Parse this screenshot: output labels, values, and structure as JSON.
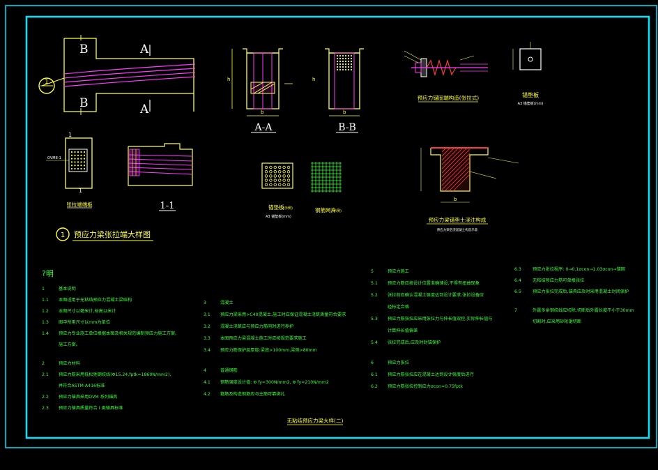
{
  "colors": {
    "background": "#000000",
    "frame": "#00e5ff",
    "detail": "#ffff3c",
    "cable": "#ff3cff",
    "note": "#3cff3c",
    "white": "#ffffff",
    "red": "#ff3c3c"
  },
  "labels": {
    "sec_A_top": "A",
    "sec_A_bottom": "A",
    "sec_B_top": "B",
    "sec_B_bottom": "B",
    "circle_num": "1",
    "aa_title": "A-A",
    "bb_title": "B-B",
    "one_one_title": "1-1",
    "dim_b": "b",
    "dim_b2": "b",
    "dim_b3": "b",
    "dim_h": "h",
    "dim_h2": "h",
    "ovm_tag": "OVM8-1",
    "mark_1": "1",
    "mark_1b": "1",
    "anchor_end_caption": "预应力锚固端构造(张拉式)",
    "plate_caption": "锚垫板",
    "plate_note": "A3 锚垫板(mm)",
    "grid_caption": "锚垫板",
    "grid_caption_note": "(示例)",
    "grid_sub": "A3 锚垫板(mm)",
    "mesh_caption": "钢筋网片",
    "mesh_note": "(示例)",
    "endblock_caption": "张拉端端板",
    "postcast_caption": "预应力梁锚垫土浇注构成",
    "postcast_sub": "预应力梁后浇混凝土构造示意",
    "detail_num": "1",
    "detail_title": "预应力梁张拉端大样图",
    "sheet_title": "无粘结预应力梁大样(二)"
  },
  "notes": {
    "heading": "?明",
    "col1": [
      {
        "n": "1",
        "t": "基本说明"
      },
      {
        "n": "1.1",
        "t": "本图适用于无粘结预应力混凝土梁结构"
      },
      {
        "n": "1.2",
        "t": "本图尺寸以毫米计,标高以米计"
      },
      {
        "n": "1.3",
        "t": "图中所用尺寸以mm为单位"
      },
      {
        "n": "1.4",
        "t": "预应力专业施工单位根据本图及相关规范编制预应力施工方案,"
      },
      {
        "n": "",
        "t": "施工方案。"
      },
      {
        "n": "2",
        "t": "预应力材料"
      },
      {
        "n": "2.1",
        "t": "预应力筋采用低松弛钢绞线(Φ15.24,fptk=1860N/mm2),"
      },
      {
        "n": "",
        "t": "并符合ASTM-A416标准"
      },
      {
        "n": "2.2",
        "t": "预应力锚具采用OVM 系列锚具"
      },
      {
        "n": "2.3",
        "t": "预应力锚具质量符合 I 类锚具标准"
      }
    ],
    "col2": [
      {
        "n": "3",
        "t": "混凝土"
      },
      {
        "n": "3.1",
        "t": "预应力梁采用>C40混凝土,施工时应保证混凝土浇筑质量符合要求"
      },
      {
        "n": "3.2",
        "t": "混凝土浇筑应与预应力筋同时进行养护"
      },
      {
        "n": "3.3",
        "t": "本图预应力梁混凝土施工时应按规范要求施工"
      },
      {
        "n": "3.4",
        "t": "预应力筋保护层厚度:梁底>100mm,梁侧>80mm"
      },
      {
        "n": "4",
        "t": "普通钢筋"
      },
      {
        "n": "4.1",
        "t": "钢筋强度设计值: Φ fy=300N/mm2, Φ fy=210N/mm2"
      },
      {
        "n": "4.2",
        "t": "箍筋及构造钢筋应与主筋可靠绑扎"
      }
    ],
    "col3": [
      {
        "n": "5",
        "t": "预应力施工"
      },
      {
        "n": "5.1",
        "t": "预应力筋应按设计位置准确铺设,不得有扭曲现象"
      },
      {
        "n": "5.2",
        "t": "张拉前应确认混凝土强度达到设计要求,张拉设备应"
      },
      {
        "n": "",
        "t": "经标定合格"
      },
      {
        "n": "5.3",
        "t": "预应力筋张拉应采用张拉力与伸长值双控,实际伸长值与"
      },
      {
        "n": "",
        "t": "计算伸长值偏差"
      },
      {
        "n": "5.4",
        "t": "张拉完成后,应及时封锚保护"
      },
      {
        "n": "6",
        "t": "预应力张拉"
      },
      {
        "n": "6.1",
        "t": "预应力筋张拉应在混凝土达到设计强度后进行"
      },
      {
        "n": "6.2",
        "t": "预应力筋张拉控制应力σcon=0.75fptk"
      }
    ],
    "col4": [
      {
        "n": "6.3",
        "t": "预应力张拉程序: 0→0.1σcon→1.03σcon→锚固"
      },
      {
        "n": "6.4",
        "t": "无粘结预应力筋可单根张拉"
      },
      {
        "n": "6.5",
        "t": "预应力张拉完成后,锚具应及时采用混凝土封闭保护"
      },
      {
        "n": "7",
        "t": "外露多余钢绞线应切除,切断后外露长度不小于30mm"
      },
      {
        "n": "",
        "t": "切割时,应采用砂轮锯切断"
      }
    ]
  }
}
